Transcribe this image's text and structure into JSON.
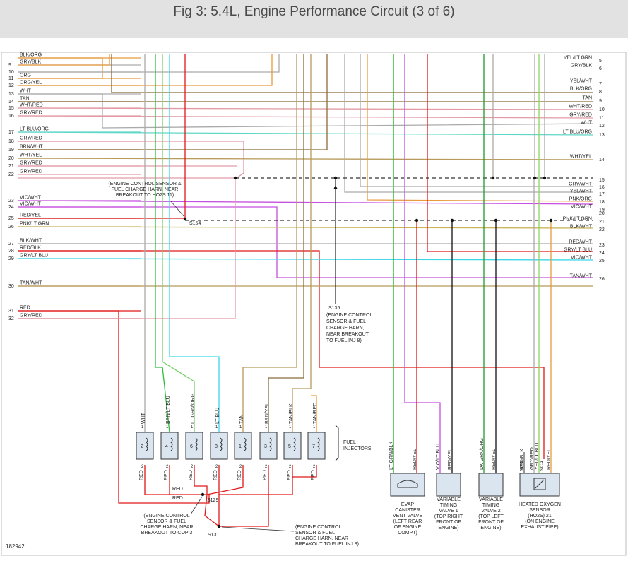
{
  "title": "Fig 3: 5.4L, Engine Performance Circuit (3 of 6)",
  "figure_number": "182942",
  "left_wires": [
    {
      "pin": "",
      "label": "BLK/ORG"
    },
    {
      "pin": "9",
      "label": "GRY/BLK"
    },
    {
      "pin": "10",
      "label": ""
    },
    {
      "pin": "11",
      "label": "ORG"
    },
    {
      "pin": "12",
      "label": "ORG/YEL"
    },
    {
      "pin": "13",
      "label": "WHT"
    },
    {
      "pin": "14",
      "label": "TAN"
    },
    {
      "pin": "15",
      "label": "WHT/RED"
    },
    {
      "pin": "16",
      "label": "GRY/RED"
    },
    {
      "pin": "17",
      "label": "LT BLU/ORG"
    },
    {
      "pin": "18",
      "label": "GRY/RED"
    },
    {
      "pin": "19",
      "label": "BRN/WHT"
    },
    {
      "pin": "20",
      "label": "WHT/YEL"
    },
    {
      "pin": "21",
      "label": "GRY/RED"
    },
    {
      "pin": "22",
      "label": "GRY/RED"
    },
    {
      "pin": "23",
      "label": "VIO/WHT"
    },
    {
      "pin": "24",
      "label": "VIO/WHT"
    },
    {
      "pin": "25",
      "label": "RED/YEL"
    },
    {
      "pin": "26",
      "label": "PNK/LT GRN"
    },
    {
      "pin": "27",
      "label": "BLK/WHT"
    },
    {
      "pin": "28",
      "label": "RED/BLK"
    },
    {
      "pin": "29",
      "label": "GRY/LT BLU"
    },
    {
      "pin": "30",
      "label": "TAN/WHT"
    },
    {
      "pin": "31",
      "label": "RED"
    },
    {
      "pin": "32",
      "label": "GRY/RED"
    }
  ],
  "right_wires": [
    {
      "pin": "5",
      "label": "YEL/LT GRN"
    },
    {
      "pin": "6",
      "label": "GRY/BLK"
    },
    {
      "pin": "7",
      "label": "YEL/WHT"
    },
    {
      "pin": "8",
      "label": "BLK/ORG"
    },
    {
      "pin": "9",
      "label": "TAN"
    },
    {
      "pin": "10",
      "label": "WHT/RED"
    },
    {
      "pin": "11",
      "label": "GRY/RED"
    },
    {
      "pin": "12",
      "label": "WHT"
    },
    {
      "pin": "13",
      "label": "LT BLU/ORG"
    },
    {
      "pin": "14",
      "label": "WHT/YEL"
    },
    {
      "pin": "15",
      "label": ""
    },
    {
      "pin": "16",
      "label": "GRY/WHT"
    },
    {
      "pin": "17",
      "label": "YEL/WHT"
    },
    {
      "pin": "18",
      "label": "PNK/ORG"
    },
    {
      "pin": "19",
      "label": "VIO/WHT"
    },
    {
      "pin": "20",
      "label": ""
    },
    {
      "pin": "21",
      "label": "PNK/LT GRN"
    },
    {
      "pin": "22",
      "label": "BLK/WHT"
    },
    {
      "pin": "23",
      "label": "RED/WHT"
    },
    {
      "pin": "24",
      "label": "GRY/LT BLU"
    },
    {
      "pin": "25",
      "label": "VIO/WHT"
    },
    {
      "pin": "26",
      "label": "TAN/WHT"
    }
  ],
  "splices": {
    "s154": "S154",
    "s154_note": [
      "(ENGINE CONTROL SENSOR &",
      "FUEL CHARGE HARN, NEAR",
      "BREAKOUT TO HO2S 11)"
    ],
    "s135": "S135",
    "s135_note": [
      "(ENGINE CONTROL",
      "SENSOR & FUEL",
      "CHARGE HARN,",
      "NEAR BREAKOUT",
      "TO FUEL INJ 8)"
    ],
    "s129": "S129",
    "s129_note": [
      "(ENGINE CONTROL",
      "SENSOR & FUEL",
      "CHARGE HARN, NEAR",
      "BREAKOUT TO COP 3"
    ],
    "s131": "S131",
    "s131_note": [
      "(ENGINE CONTROL",
      "SENSOR & FUEL",
      "CHARGE HARN, NEAR",
      "BREAKOUT TO FUEL INJ 8)"
    ]
  },
  "injectors": {
    "label": [
      "FUEL",
      "INJECTORS"
    ],
    "items": [
      {
        "num": "2",
        "wire": "WHT"
      },
      {
        "num": "4",
        "wire": "BRN/LT BLU"
      },
      {
        "num": "6",
        "wire": "LT GRN/ORG"
      },
      {
        "num": "8",
        "wire": "LT BLU"
      },
      {
        "num": "1",
        "wire": "TAN"
      },
      {
        "num": "3",
        "wire": "BRN/YEL"
      },
      {
        "num": "5",
        "wire": "TAN/BLK"
      },
      {
        "num": "7",
        "wire": "TAN/RED"
      }
    ],
    "bottom_wire": "RED",
    "pin1": "1",
    "pin2": "2"
  },
  "components": [
    {
      "name": [
        "EVAP",
        "CANISTER",
        "VENT VALVE",
        "(LEFT REAR",
        "OF ENGINE",
        "COMPT)"
      ],
      "wires": [
        "LT GRN/BLK",
        "RED/YEL"
      ]
    },
    {
      "name": [
        "VARIABLE",
        "TIMING",
        "VALVE 1",
        "(TOP RIGHT",
        "FRONT OF",
        "ENGINE)"
      ],
      "wires": [
        "VIO/LT BLU",
        "RED/YEL"
      ]
    },
    {
      "name": [
        "VARIABLE",
        "TIMING",
        "VALVE 2",
        "(TOP LEFT",
        "FRONT OF",
        "ENGINE)"
      ],
      "wires": [
        "DK GRN/ORG",
        "RED/YEL"
      ]
    },
    {
      "name": [
        "HEATED OXYGEN",
        "SENSOR",
        "(HO2S) 21",
        "(ON ENGINE",
        "EXHAUST PIPE)"
      ],
      "wires": [
        "RED/BLK",
        "GRY/RED",
        "YEL/LT BLU",
        "RED/YEL"
      ],
      "nca": "NCA"
    }
  ],
  "red_labels": [
    "RED",
    "RED"
  ]
}
